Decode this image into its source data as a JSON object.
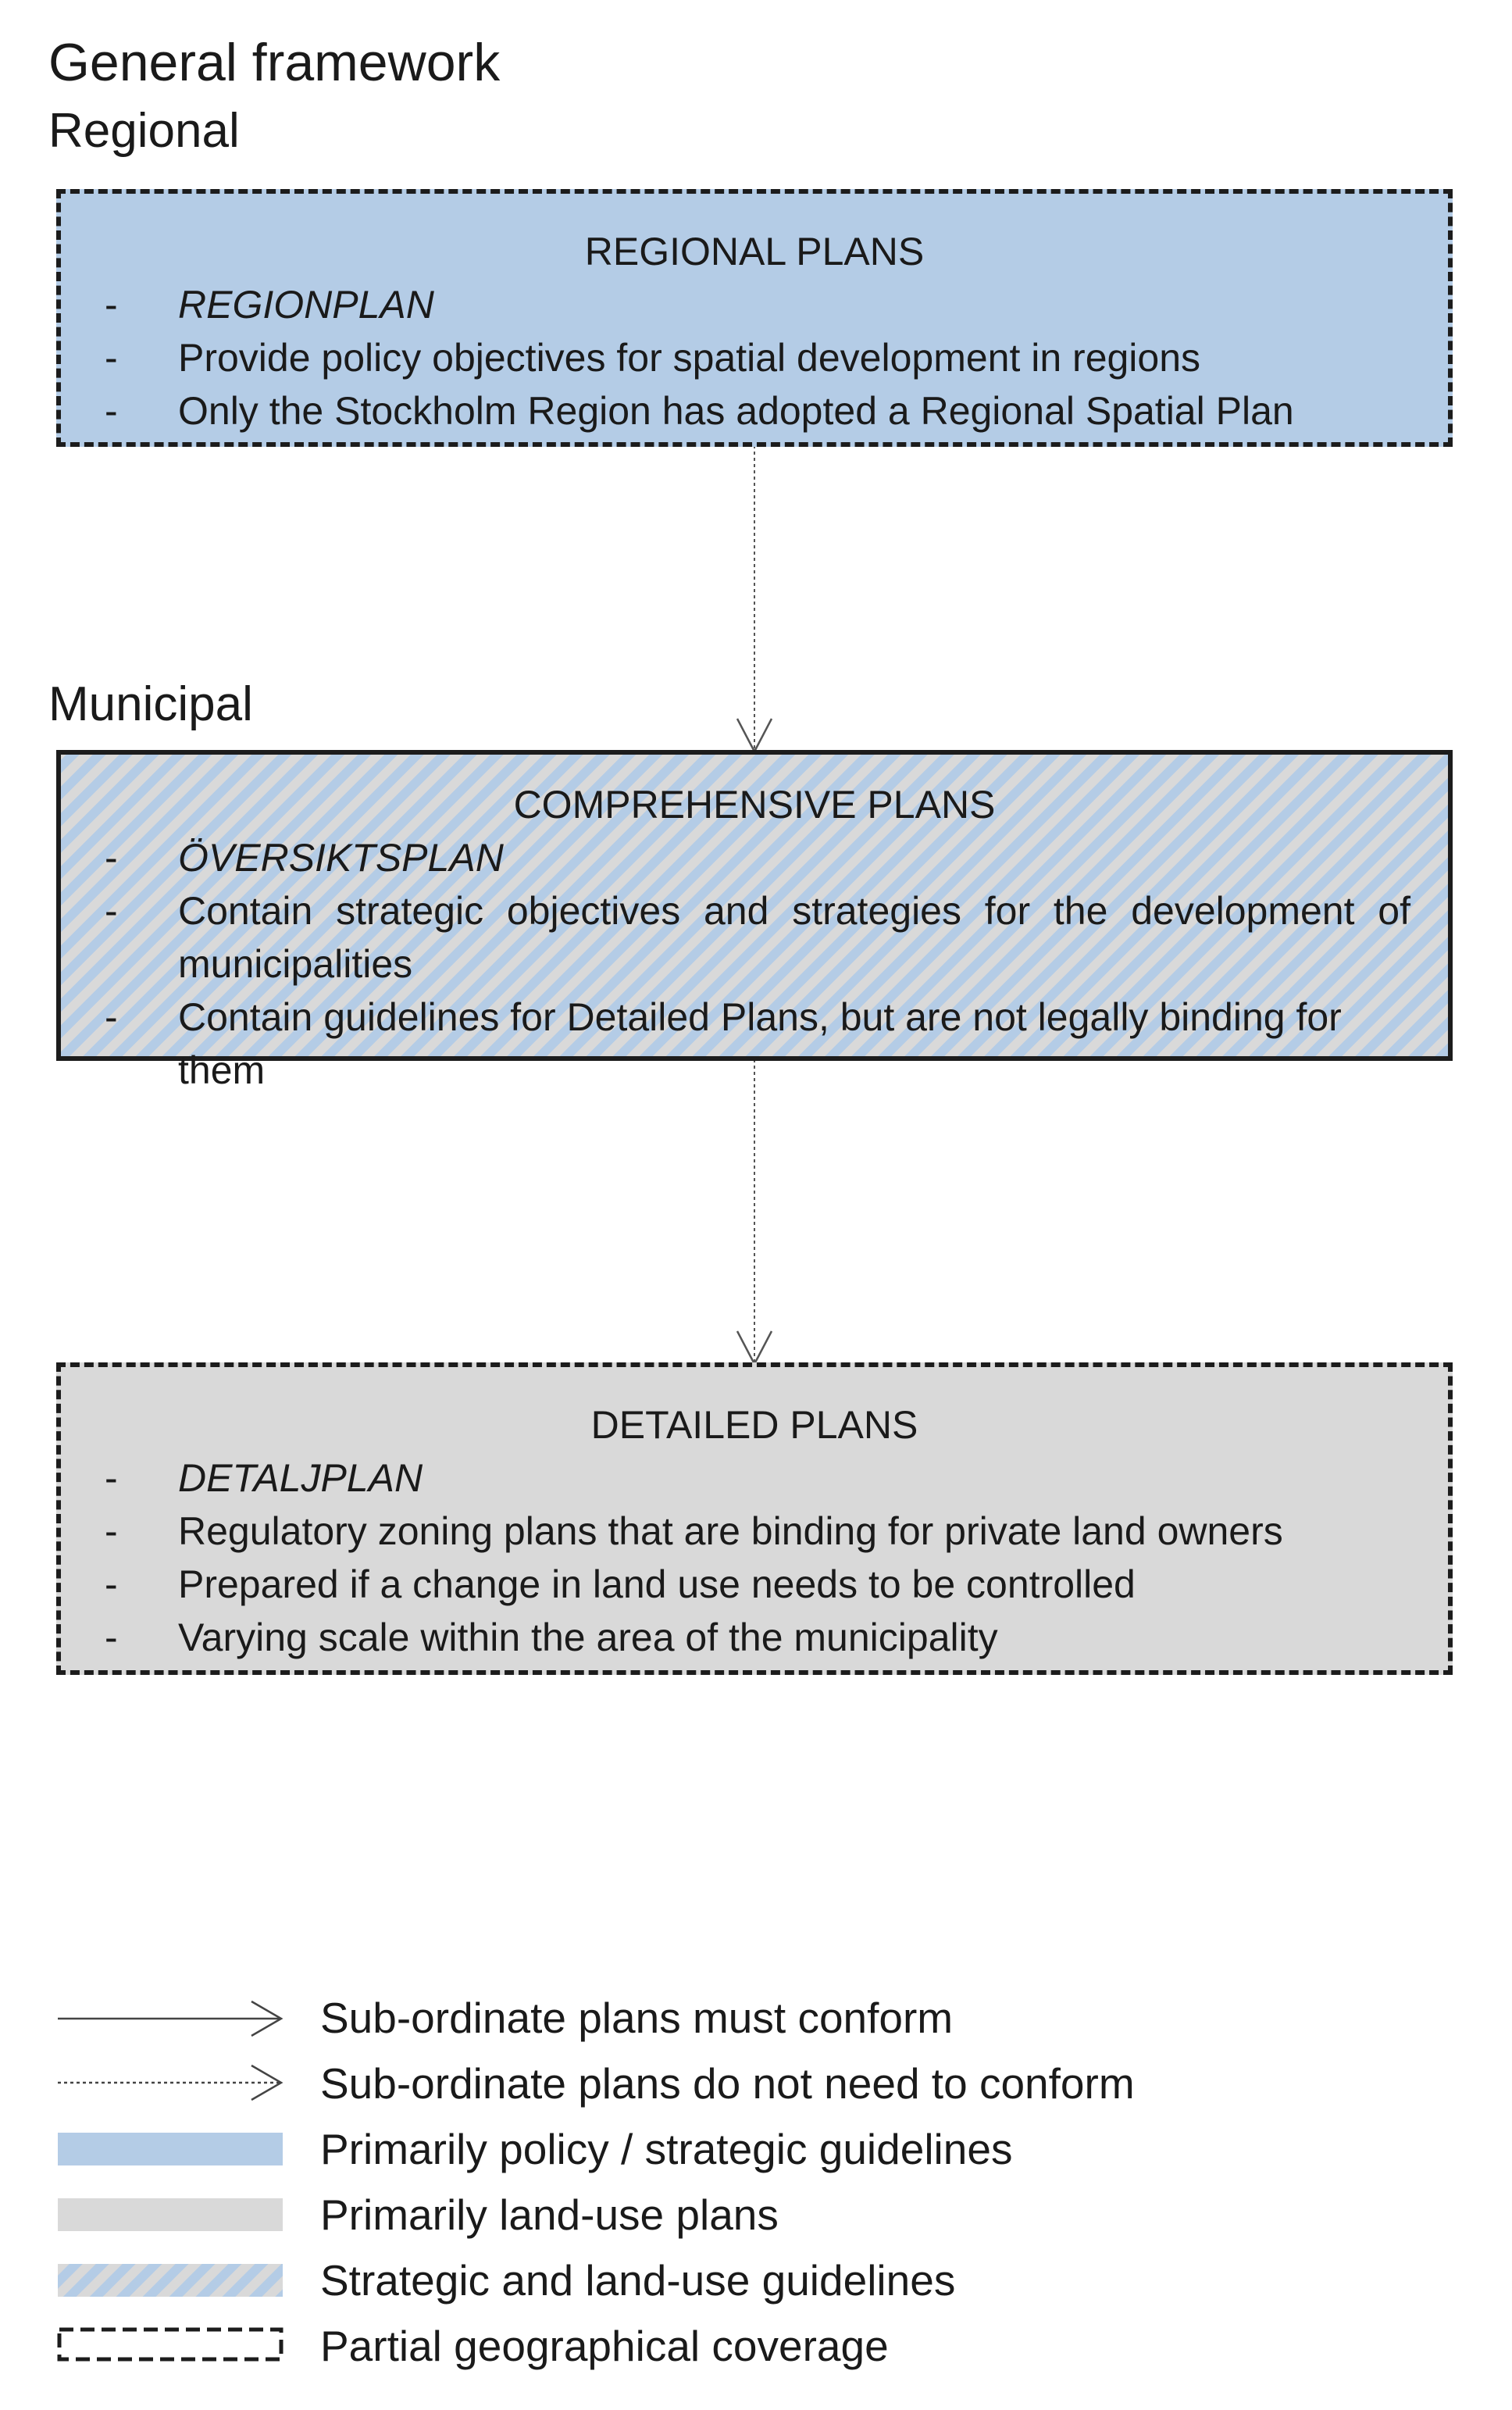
{
  "header": {
    "title": "General framework",
    "regional_label": "Regional",
    "municipal_label": "Municipal"
  },
  "colors": {
    "policy_blue": "#b4cce6",
    "landuse_grey": "#d9d9d9",
    "border": "#1c1c1c"
  },
  "boxes": [
    {
      "title": "REGIONAL PLANS",
      "fill": "blue",
      "border": "dashed",
      "bullets": [
        "REGIONPLAN",
        "Provide policy objectives for spatial development in regions",
        "Only the Stockholm Region has adopted a Regional Spatial Plan"
      ]
    },
    {
      "title": "COMPREHENSIVE PLANS",
      "fill": "hatched",
      "border": "solid",
      "bullets": [
        "ÖVERSIKTSPLAN",
        "Contain strategic objectives and strategies for the development of municipalities",
        "Contain guidelines for Detailed Plans, but are not legally binding for them"
      ]
    },
    {
      "title": "DETAILED PLANS",
      "fill": "grey",
      "border": "dashed",
      "bullets": [
        "DETALJPLAN",
        "Regulatory zoning plans that are binding for private land owners",
        "Prepared if a change in land use needs to be controlled",
        "Varying scale within the area of the municipality"
      ]
    }
  ],
  "bullet_marker": "-",
  "connectors": [
    {
      "from": "REGIONAL PLANS",
      "to": "COMPREHENSIVE PLANS",
      "style": "dotted"
    },
    {
      "from": "COMPREHENSIVE PLANS",
      "to": "DETAILED PLANS",
      "style": "dotted"
    }
  ],
  "legend": [
    {
      "symbol": "solid-arrow",
      "label": "Sub-ordinate plans must conform"
    },
    {
      "symbol": "dotted-arrow",
      "label": "Sub-ordinate plans do not need to conform"
    },
    {
      "symbol": "blue-swatch",
      "label": "Primarily policy / strategic guidelines"
    },
    {
      "symbol": "grey-swatch",
      "label": "Primarily land-use plans"
    },
    {
      "symbol": "hatched-swatch",
      "label": "Strategic and land-use guidelines"
    },
    {
      "symbol": "dashed-outline",
      "label": "Partial geographical coverage"
    }
  ]
}
